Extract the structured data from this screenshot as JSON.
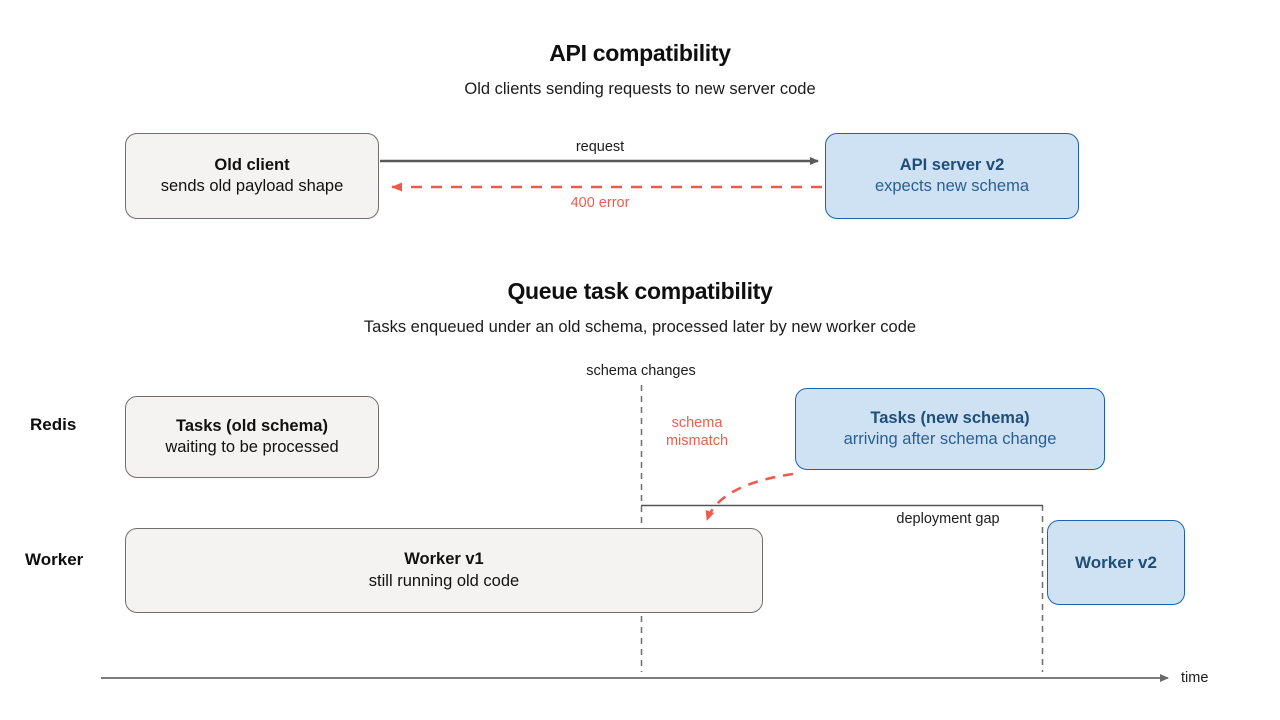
{
  "colors": {
    "grey_box_fill": "#f4f3f1",
    "grey_box_border": "#6f6f6f",
    "blue_box_fill": "#cfe2f3",
    "blue_box_border": "#1f62a8",
    "blue_text": "#1f4e79",
    "red_accent": "#e8604f",
    "arrow_grey": "#595959",
    "background": "#ffffff"
  },
  "section_api": {
    "title": "API compatibility",
    "subtitle": "Old clients sending requests to new server code",
    "client_box": {
      "title": "Old client",
      "subtitle": "sends old payload shape"
    },
    "server_box": {
      "title": "API server v2",
      "subtitle": "expects new schema"
    },
    "request_label": "request",
    "error_label": "400 error"
  },
  "section_queue": {
    "title": "Queue task compatibility",
    "subtitle": "Tasks enqueued under an old schema, processed later by new worker code",
    "schema_changes_label": "schema changes",
    "deployment_gap_label": "deployment gap",
    "mismatch_label_line1": "schema",
    "mismatch_label_line2": "mismatch",
    "time_axis_label": "time",
    "rows": [
      {
        "label": "Redis"
      },
      {
        "label": "Worker"
      }
    ],
    "redis_old_box": {
      "title": "Tasks (old schema)",
      "subtitle": "waiting to be processed"
    },
    "redis_new_box": {
      "title": "Tasks (new schema)",
      "subtitle": "arriving after schema change"
    },
    "worker_v1_box": {
      "title": "Worker v1",
      "subtitle": "still running old code"
    },
    "worker_v2_box": {
      "title": "Worker v2"
    }
  }
}
